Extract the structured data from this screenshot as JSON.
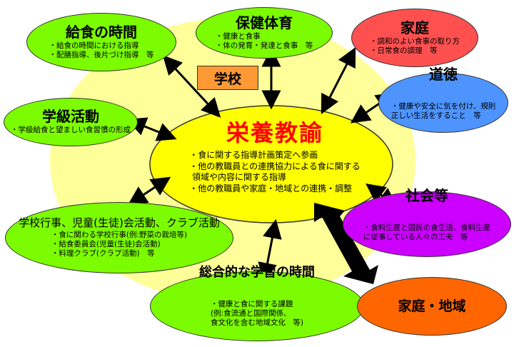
{
  "school_label": "学校",
  "center": {
    "title": "栄養教諭",
    "items": [
      "食に関する指導計画策定へ参画",
      "他の教職員との連携協力による食に関する\n 領域や内容に関する指導",
      "他の教職員や家庭・地域との連携・調整"
    ]
  },
  "nodes": {
    "hoken": {
      "title": "保健体育",
      "items": [
        "健康と食事",
        "体の発育・発達と食事　等"
      ]
    },
    "kyushoku": {
      "title": "給食の時間",
      "items": [
        "給食の時間における指導",
        "配膳指導、後片づけ指導　等"
      ]
    },
    "gakkyu": {
      "title": "学級活動",
      "items": [
        "学級給食と望ましい食習慣の形成"
      ]
    },
    "gyoji": {
      "title": "学校行事、児童(生徒)会活動、クラブ活動",
      "items": [
        "食に関わる学校行事(例:野菜の栽培等)",
        "給食委員会(児童(生徒)会活動)",
        "料理クラブ(クラブ活動)　等"
      ]
    },
    "sogo": {
      "title": "総合的な学習の時間",
      "items": [
        "健康と食に関する課題\n(例:食流通と国際関係、\n食文化を含む地域文化　等)"
      ]
    },
    "katei": {
      "title": "家庭",
      "items": [
        "調和のよい食事の取り方",
        "日常食の調理　等"
      ]
    },
    "dotoku": {
      "title": "道徳",
      "items": [
        "健康や安全に気を付け、規則\n正しい生活をすること　等"
      ]
    },
    "shakai": {
      "title": "社会等",
      "items": [
        "食料生産と国民の食生活、食料生産\nに従事している人々の工夫　等"
      ]
    },
    "chiiki": {
      "title": "家庭・地域"
    }
  },
  "colors": {
    "outer_ellipse": "#FFFF99",
    "center": "#FFFF00",
    "green": "#7CFC00",
    "katei": "#FF5050",
    "dotoku": "#4D94FF",
    "shakai": "#CC00FF",
    "chiiki": "#FF6600",
    "school_box": "#FF9933",
    "title_red": "#FF0000"
  }
}
